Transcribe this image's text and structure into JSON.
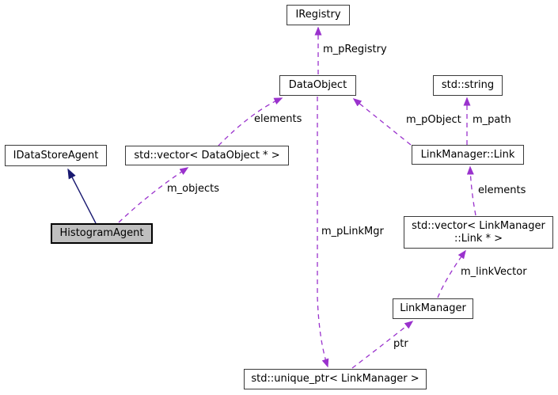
{
  "diagram": {
    "title": "HistogramAgent collaboration graph",
    "type": "doxygen-collaboration-graph",
    "colors": {
      "background": "#ffffff",
      "node_fill": "#ffffff",
      "node_border": "#3a3a3a",
      "highlight_node_fill": "#bfbfbf",
      "highlight_node_border": "#000000",
      "usage_edge": "#9a32cd",
      "inheritance_edge": "#191970",
      "label_text": "#000000"
    },
    "nodes": [
      {
        "id": "iregistry",
        "label": "IRegistry",
        "highlighted": false
      },
      {
        "id": "dataobject",
        "label": "DataObject",
        "highlighted": false
      },
      {
        "id": "std-string",
        "label": "std::string",
        "highlighted": false
      },
      {
        "id": "idatastoreagent",
        "label": "IDataStoreAgent",
        "highlighted": false
      },
      {
        "id": "vector-dataobject",
        "label": "std::vector< DataObject * >",
        "highlighted": false
      },
      {
        "id": "linkmanager-link",
        "label": "LinkManager::Link",
        "highlighted": false
      },
      {
        "id": "histogramagent",
        "label": "HistogramAgent",
        "highlighted": true
      },
      {
        "id": "vector-link",
        "label": "std::vector< LinkManager ::Link * >",
        "highlighted": false
      },
      {
        "id": "linkmanager",
        "label": "LinkManager",
        "highlighted": false
      },
      {
        "id": "unique-ptr",
        "label": "std::unique_ptr< LinkManager >",
        "highlighted": false
      }
    ],
    "edges": [
      {
        "label": "m_pRegistry",
        "from": "DataObject",
        "to": "IRegistry",
        "style": "dashed-usage"
      },
      {
        "label": "elements",
        "from": "std::vector< DataObject * >",
        "to": "DataObject",
        "style": "dashed-usage"
      },
      {
        "label": "m_objects",
        "from": "HistogramAgent",
        "to": "std::vector< DataObject * >",
        "style": "dashed-usage"
      },
      {
        "label": "m_pObject",
        "from": "LinkManager::Link",
        "to": "DataObject",
        "style": "dashed-usage"
      },
      {
        "label": "m_path",
        "from": "LinkManager::Link",
        "to": "std::string",
        "style": "dashed-usage"
      },
      {
        "label": "elements",
        "from": "std::vector< LinkManager ::Link * >",
        "to": "LinkManager::Link",
        "style": "dashed-usage"
      },
      {
        "label": "m_linkVector",
        "from": "LinkManager",
        "to": "std::vector< LinkManager ::Link * >",
        "style": "dashed-usage"
      },
      {
        "label": "ptr",
        "from": "std::unique_ptr< LinkManager >",
        "to": "LinkManager",
        "style": "dashed-usage"
      },
      {
        "label": "m_pLinkMgr",
        "from": "DataObject",
        "to": "std::unique_ptr< LinkManager >",
        "style": "dashed-usage"
      },
      {
        "label": "",
        "from": "HistogramAgent",
        "to": "IDataStoreAgent",
        "style": "solid-inheritance"
      }
    ]
  }
}
